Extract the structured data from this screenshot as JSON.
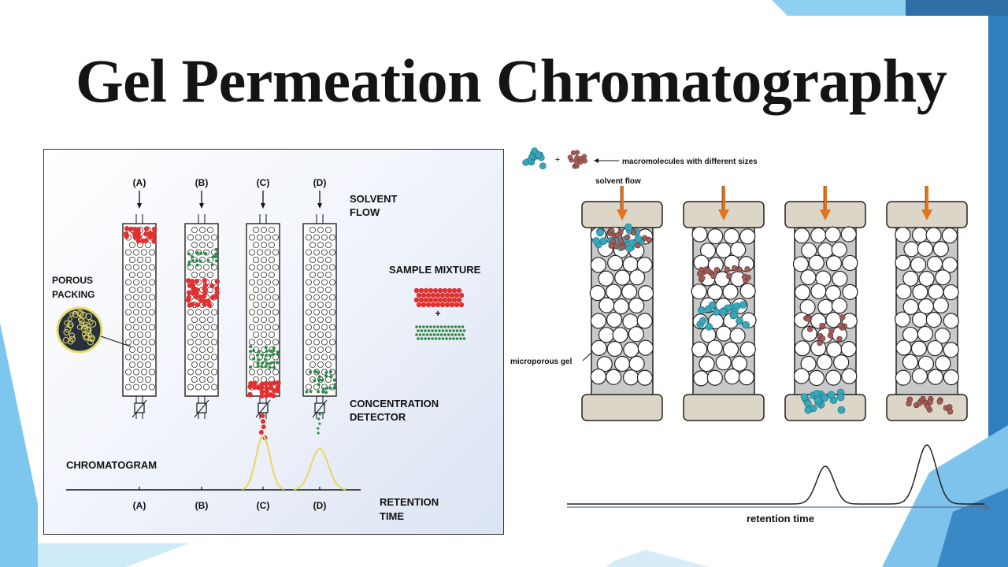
{
  "title": "Gel Permeation Chromatography",
  "colors": {
    "accent_blue": "#3b88c7",
    "light_blue": "#7fc4ea",
    "peak_yellow": "#e8d86c",
    "large_molecule": "#e03030",
    "small_molecule": "#2e8a48",
    "cyan_molecule": "#37a8bb",
    "brown_molecule": "#a45c58",
    "arrow_orange": "#e4741c"
  },
  "left_diagram": {
    "column_labels": [
      "(A)",
      "(B)",
      "(C)",
      "(D)"
    ],
    "solvent_flow": [
      "SOLVENT",
      "FLOW"
    ],
    "porous_packing": [
      "POROUS",
      "PACKING"
    ],
    "sample_mixture": "SAMPLE MIXTURE",
    "plus": "+",
    "detector": [
      "CONCENTRATION",
      "DETECTOR"
    ],
    "chromatogram": "CHROMATOGRAM",
    "axis_ticks": [
      "(A)",
      "(B)",
      "(C)",
      "(D)"
    ],
    "retention_time": [
      "RETENTION",
      "TIME"
    ]
  },
  "right_diagram": {
    "legend_plus": "+",
    "macromolecules": "macromolecules with different sizes",
    "solvent_flow": "solvent flow",
    "microporous_gel": "microporous gel",
    "retention_time": "retention time"
  }
}
